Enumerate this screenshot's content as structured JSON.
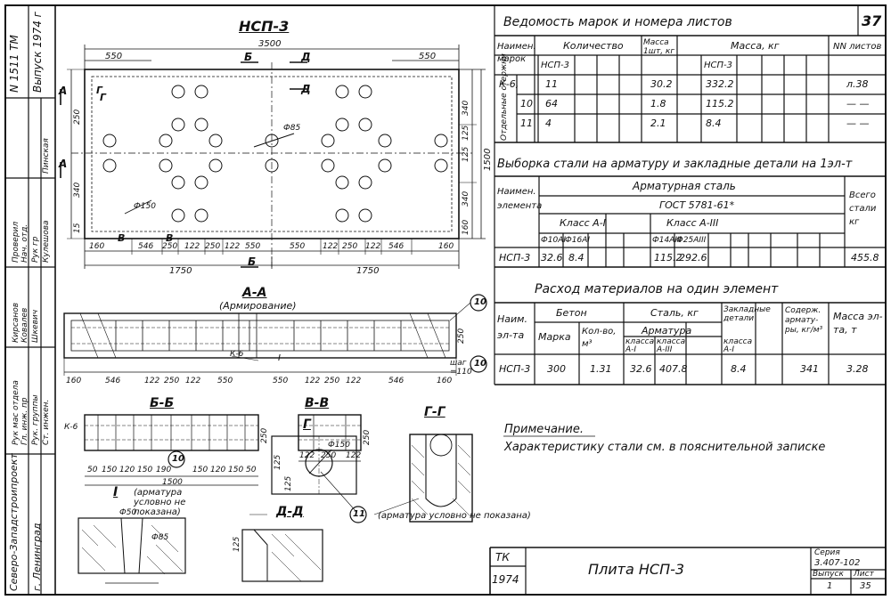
{
  "sheet_number": "37",
  "stamp": {
    "series_label": "Серия",
    "series_value": "3.407-102",
    "issue_label": "Выпуск",
    "issue_value": "1",
    "sheet_label": "Лист",
    "sheet_value": "35",
    "tk": "ТК",
    "year": "1974",
    "title": "Плита   НСП-3"
  },
  "side_block": {
    "code": "N 1511 ТМ",
    "issue": "Выпуск 1974 г",
    "org": "Северо-Западстроипроект",
    "city": "г. Ленинград",
    "roles": [
      "Рук мас отдела",
      "Гл. инж. пр",
      "Рук. группы",
      "Ст. инжен."
    ],
    "names": [
      "Кирсанов",
      "Ковалев",
      "Шкевич",
      "Кулешова"
    ],
    "extra": [
      "Проверил",
      "Нач. отд.",
      "Рук гр",
      "Пинская"
    ]
  },
  "plan": {
    "title": "НСП-3",
    "dims_top": [
      "3500",
      "550",
      "550"
    ],
    "dims_bottom": [
      "160",
      "546",
      "250",
      "122",
      "250",
      "122",
      "550",
      "550",
      "122",
      "250",
      "122",
      "546",
      "160"
    ],
    "dims_total": [
      "1750",
      "1750"
    ],
    "dims_right": [
      "340",
      "125",
      "125",
      "340",
      "160"
    ],
    "dims_left": [
      "250",
      "340",
      "15"
    ],
    "right_total": "1500",
    "cut_labels": [
      "Б",
      "Б",
      "Д",
      "Д",
      "А",
      "А",
      "В",
      "В",
      "Г",
      "Г"
    ],
    "bar_label": "Ф85",
    "pin": "Ф150"
  },
  "section_aa": {
    "title": "А-А",
    "subtitle": "(Армирование)",
    "labels": [
      "К-6",
      "I"
    ],
    "dims": [
      "160",
      "546",
      "122",
      "250",
      "122",
      "550",
      "550",
      "122",
      "250",
      "122",
      "546",
      "160"
    ],
    "step": "шаг",
    "step_value": "=110",
    "height": "250",
    "callout": "10"
  },
  "section_bb": {
    "title": "Б-Б",
    "label": "К-6",
    "dims": [
      "50",
      "150",
      "120",
      "150",
      "190",
      "150",
      "120",
      "150",
      "50"
    ],
    "total": "1500",
    "height": "250",
    "callout": "10"
  },
  "section_vv": {
    "title": "В-В",
    "dims": [
      "122",
      "250",
      "122"
    ],
    "height": "250"
  },
  "section_gg": {
    "title": "Г-Г"
  },
  "detail_g": {
    "title": "Г",
    "dims": [
      "125",
      "125"
    ],
    "diam": "Ф150"
  },
  "detail_dd": {
    "title": "Д-Д",
    "dim": "125"
  },
  "detail_i": {
    "title": "I",
    "note": "(арматура условно не показана)",
    "diam": "Ф85",
    "diam2": "Ф50"
  },
  "callout_11": "11",
  "note_11": "(арматура условно не показана)",
  "table1": {
    "title": "Ведомость марок и номера листов",
    "headers": {
      "mark": "Наимен. марок",
      "qty": "Количество",
      "unit_mass": "Масса 1шт, кг",
      "mass": "Масса, кг",
      "sheets": "NN листов",
      "col_nsp": "НСП-3",
      "side": "Отдельные стержни"
    },
    "rows": [
      {
        "pos": "",
        "mark": "К-6,",
        "qty": "11",
        "unit": "30.2",
        "mass": "332.2",
        "sheet": "л.38"
      },
      {
        "pos": "10",
        "mark": "",
        "qty": "64",
        "unit": "1.8",
        "mass": "115.2",
        "sheet": "— —"
      },
      {
        "pos": "11",
        "mark": "",
        "qty": "4",
        "unit": "2.1",
        "mass": "8.4",
        "sheet": "— —"
      }
    ]
  },
  "table2": {
    "title": "Выборка стали на арматуру и закладные детали на 1эл-т",
    "headers": {
      "elem": "Наимен. элемента",
      "steel": "Арматурная сталь",
      "gost": "ГОСТ 5781-61*",
      "class1": "Класс А-I",
      "class3": "Класс А-III",
      "total": "Всего стали кг",
      "sub": [
        "Ф10АI",
        "Ф16АI",
        "Ф14АIII",
        "Ф25АIII"
      ]
    },
    "row": {
      "elem": "НСП-3",
      "v1": "32.6",
      "v2": "8.4",
      "v3": "115.2",
      "v4": "292.6",
      "total": "455.8"
    }
  },
  "table3": {
    "title": "Расход материалов на один элемент",
    "headers": {
      "elem": "Наим. эл-та",
      "concrete": "Бетон",
      "grade": "Марка",
      "vol": "Кол-во, м³",
      "steel": "Сталь, кг",
      "rebar": "Арматура",
      "c1": "класса А-I",
      "c3": "класса А-III",
      "embed": "Закладные детали",
      "embed_sub": "класса А-I",
      "content": "Содерж. армату-ры, кг/м³",
      "mass": "Масса эл-та, т"
    },
    "row": {
      "elem": "НСП-3",
      "grade": "300",
      "vol": "1.31",
      "c1": "32.6",
      "c3": "407.8",
      "embed": "8.4",
      "content": "341",
      "mass": "3.28"
    }
  },
  "note": {
    "title": "Примечание.",
    "text": "Характеристику стали см. в пояснительной записке"
  }
}
